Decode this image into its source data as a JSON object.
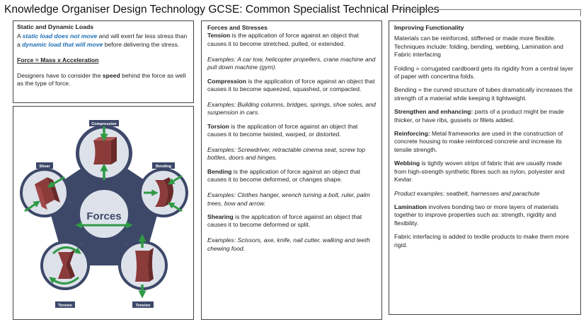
{
  "page": {
    "title": "Knowledge Organiser Design Technology GCSE: Common Specialist Technical Principles"
  },
  "static_dynamic": {
    "heading": "Static and Dynamic Loads",
    "p1_a": "A ",
    "p1_static": "static load does not move",
    "p1_b": " and will exert far less stress than a ",
    "p1_dynamic": "dynamic load that will move",
    "p1_c": " before delivering the stress.",
    "formula": "Force = Mass x Acceleration",
    "p2_a": "Designers have to consider the ",
    "p2_speed": "speed",
    "p2_b": " behind the force as well as the type of force."
  },
  "diagram": {
    "center_label": "Forces",
    "labels": {
      "compression": "Compression",
      "shear": "Shear",
      "bending": "Bending",
      "torsion": "Torsion",
      "tension": "Tension"
    },
    "colors": {
      "background": "#3d4869",
      "bubble": "#dde2ea",
      "block": "#8c3b3b",
      "arrow": "#2f9a45"
    }
  },
  "forces_stresses": {
    "heading": "Forces and Stresses",
    "tension_term": "Tension",
    "tension_def": " is the application of force against an object that causes it to become stretched, pulled, or extended.",
    "tension_ex": "Examples: A car tow, helicopter propellers, crane machine and pull down machine (gym).",
    "compression_term": "Compression",
    "compression_def": " is the application of force against an object that causes it to become squeezed, squashed, or compacted.",
    "compression_ex": "Examples: Building columns, bridges, springs, shoe soles, and suspension in cars.",
    "torsion_term": "Torsion",
    "torsion_def": " is the application of force against an object that causes it to become twisted, warped, or distorted.",
    "torsion_ex": "Examples: Screwdriver, retractable cinema seat, screw top bottles, doors and hinges.",
    "bending_term": "Bending",
    "bending_def": " is the application of force against an object that causes it to become deformed, or changes shape.",
    "bending_ex": "Examples: Clothes hanger, wrench turning a bolt, ruler, palm trees, bow and arrow.",
    "shearing_term": "Shearing",
    "shearing_def": " is the application of force against an object that causes it to become deformed or split.",
    "shearing_ex": "Examples: Scissors, axe, knife, nail cutter, walking and teeth chewing food."
  },
  "functionality": {
    "heading": "Improving Functionality",
    "intro": "Materials can be reinforced, stiffened or made more flexible. Techniques include: folding, bending, webbing, Lamination and Fabric interfacing",
    "folding": "Folding = corrugated cardboard gets its rigidity from a central layer of paper with concertina folds.",
    "bending": "Bending = the curved structure of tubes dramatically increases the strength of a material while keeping it lightweight.",
    "strengthen_term": "Strengthen and enhancing:",
    "strengthen_def": " parts of a product might be made thicker, or have ribs, gussets or fillets added.",
    "reinforcing_term": "Reinforcing:",
    "reinforcing_def": " Metal frameworks are used in the construction of concrete housing to make reinforced concrete and increase its tensile strength.",
    "webbing_term": "Webbing",
    "webbing_def": " is tightly woven strips of fabric that are usually made from high-strength synthetic fibres such as nylon, polyester and Kevlar.",
    "product_examples": "Product examples: seatbelt, harnesses and parachute",
    "lamination_term": "Lamination",
    "lamination_def": " involves bonding two or more layers of materials together to improve properties such as: strength, rigidity and flexibility.",
    "fabric": "Fabric interfacing is added to textile products to make them more rigid."
  }
}
